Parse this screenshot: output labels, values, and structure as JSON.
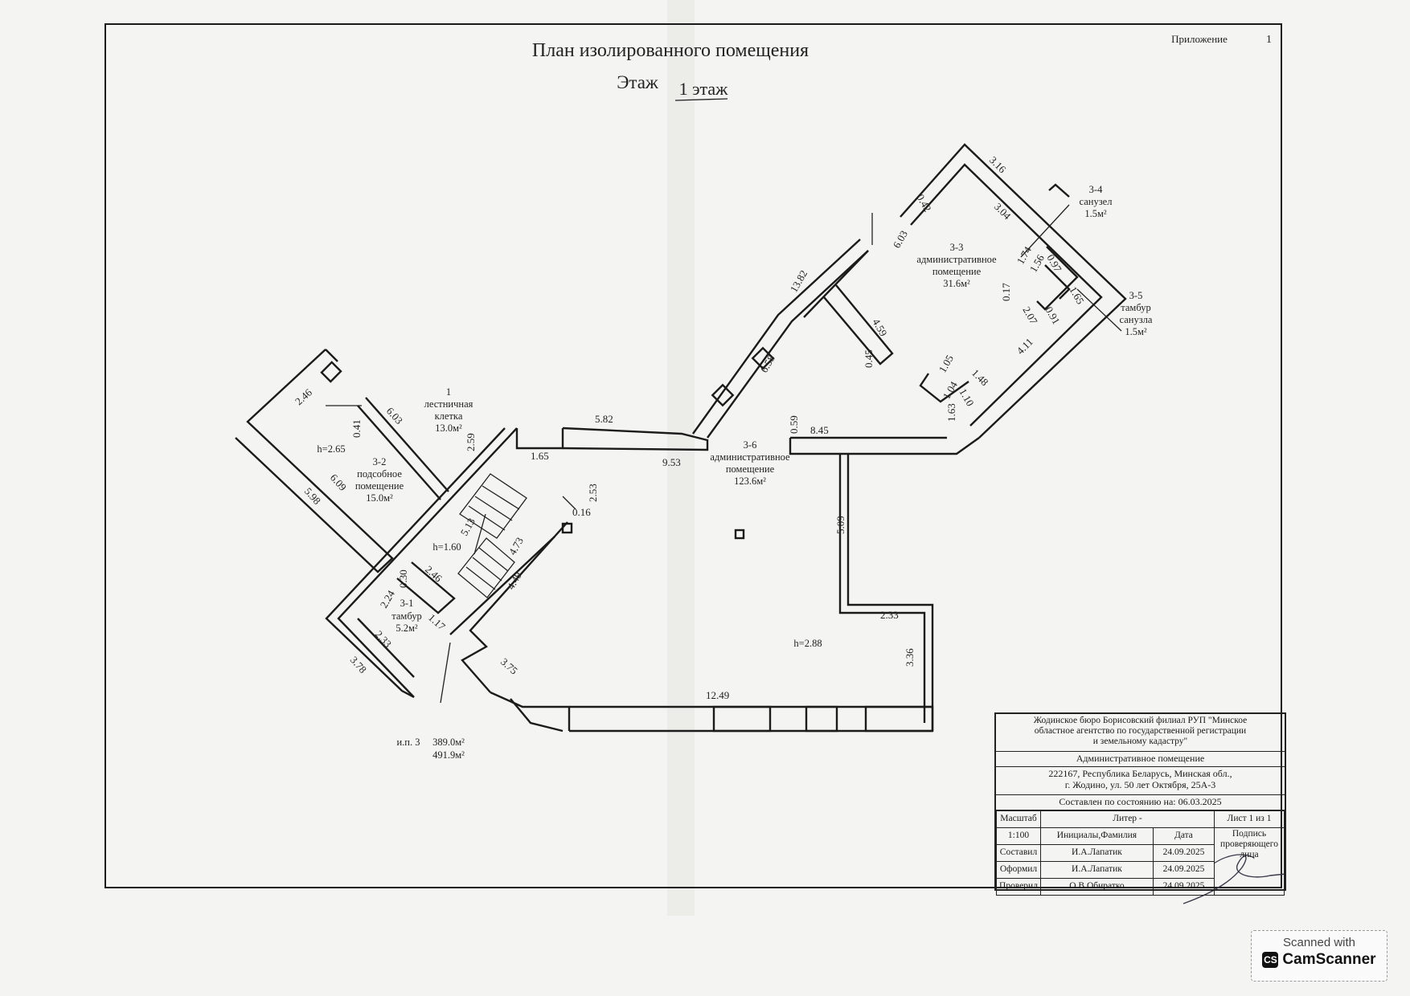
{
  "header": {
    "title": "План изолированного помещения",
    "floor_prefix": "Этаж",
    "floor_value": "1 этаж",
    "appendix": "Приложение",
    "appendix_no": "1"
  },
  "rooms": {
    "r1": {
      "no": "1",
      "name1": "лестничная",
      "name2": "клетка",
      "area": "13.0м²"
    },
    "r31": {
      "no": "3-1",
      "name1": "тамбур",
      "area": "5.2м²"
    },
    "r32": {
      "no": "3-2",
      "name1": "подсобное",
      "name2": "помещение",
      "area": "15.0м²",
      "height": "h=2.65"
    },
    "r33": {
      "no": "3-3",
      "name1": "административное",
      "name2": "помещение",
      "area": "31.6м²"
    },
    "r34": {
      "no": "3-4",
      "name1": "санузел",
      "area": "1.5м²"
    },
    "r35": {
      "no": "3-5",
      "name1": "тамбур",
      "name2": "санузла",
      "area": "1.5м²"
    },
    "r36": {
      "no": "3-6",
      "name1": "административное",
      "name2": "помещение",
      "area": "123.6м²",
      "height": "h=2.88"
    },
    "stair_height": "h=1.60"
  },
  "totals": {
    "label": "и.п. 3",
    "area1": "389.0м²",
    "area2": "491.9м²"
  },
  "dimensions": [
    "2.46",
    "6.03",
    "0.41",
    "6.09",
    "5.98",
    "2.59",
    "5.82",
    "1.65",
    "9.53",
    "5.13",
    "4.73",
    "2.53",
    "0.16",
    "2.46",
    "0.30",
    "2.24",
    "4.49",
    "1.17",
    "2.33",
    "3.78",
    "3.75",
    "12.49",
    "2.33",
    "3.36",
    "5.09",
    "0.59",
    "8.45",
    "13.82",
    "6.58",
    "4.59",
    "0.45",
    "6.03",
    "0.42",
    "3.16",
    "3.04",
    "1.74",
    "1.56",
    "0.97",
    "1.65",
    "0.17",
    "2.07",
    "0.91",
    "1.05",
    "1.48",
    "1.04",
    "1.10",
    "4.11",
    "1.63"
  ],
  "stamp": {
    "org1": "Жодинское бюро Борисовский филиал РУП \"Минское",
    "org2": "областное агентство по государственной регистрации",
    "org3": "и земельному кадастру\"",
    "object": "Административное помещение",
    "addr1": "222167, Республика Беларусь, Минская обл.,",
    "addr2": "г. Жодино, ул. 50 лет Октября, 25А-3",
    "state_as_of": "Составлен по состоянию на: 06.03.2025",
    "scale_label": "Масштаб",
    "scale_value": "1:100",
    "liter": "Литер -",
    "sheet": "Лист 1 из 1",
    "col_name": "Инициалы,Фамилия",
    "col_date": "Дата",
    "sign_col": "Подпись проверяющего лица",
    "r1_role": "Составил",
    "r1_name": "И.А.Лапатик",
    "r1_date": "24.09.2025",
    "r2_role": "Оформил",
    "r2_name": "И.А.Лапатик",
    "r2_date": "24.09.2025",
    "r3_role": "Проверил",
    "r3_name": "О.В.Обиратко",
    "r3_date": "24.09.2025"
  },
  "watermark": {
    "line1": "Scanned with",
    "line2": "CamScanner"
  }
}
